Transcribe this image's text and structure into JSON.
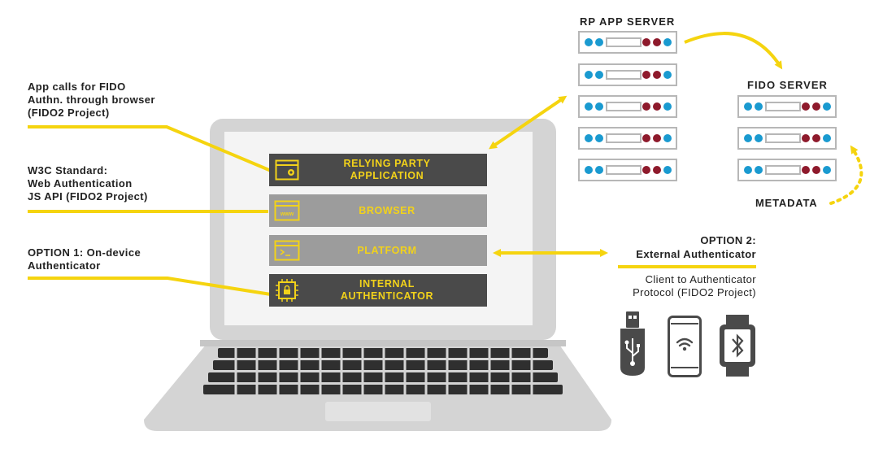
{
  "notes": {
    "app_calls": [
      "App calls for FIDO",
      "Authn. through browser",
      "(FIDO2 Project)"
    ],
    "w3c": [
      "W3C Standard:",
      "Web Authentication",
      "JS API (FIDO2 Project)"
    ],
    "option1": [
      "OPTION 1: On-device",
      "Authenticator"
    ]
  },
  "stack": {
    "relying_party": [
      "RELYING PARTY",
      "APPLICATION"
    ],
    "browser": "BROWSER",
    "platform": "PLATFORM",
    "internal": [
      "INTERNAL",
      "AUTHENTICATOR"
    ],
    "browser_icon_text": "www"
  },
  "servers": {
    "rp_title": "RP APP SERVER",
    "fido_title": "FIDO SERVER",
    "metadata": "METADATA"
  },
  "external": {
    "title": [
      "OPTION 2:",
      "External Authenticator"
    ],
    "protocol": [
      "Client to Authenticator",
      "Protocol (FIDO2 Project)"
    ]
  },
  "colors": {
    "accent_yellow": "#f5d40f",
    "layer_dark": "#4a4a4a",
    "layer_grey": "#9c9c9c",
    "led_blue": "#1a9ad0",
    "led_red": "#8e1a2c"
  }
}
